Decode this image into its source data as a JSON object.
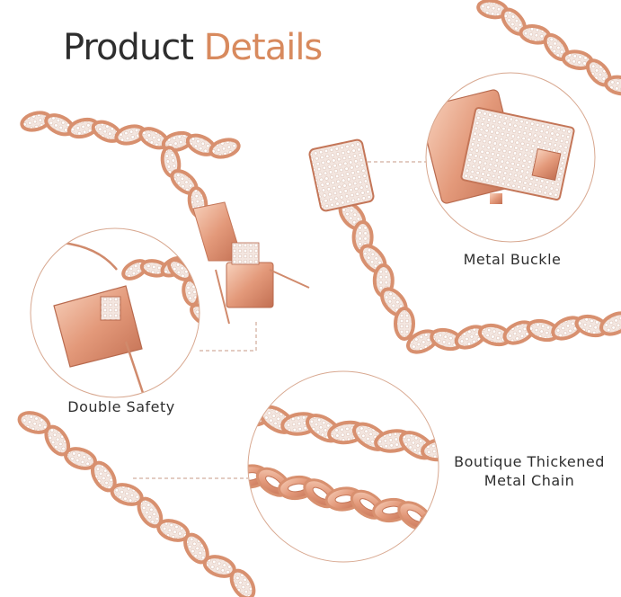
{
  "title": {
    "word1": "Product",
    "word2": "Details"
  },
  "callouts": {
    "buckle": "Metal Buckle",
    "safety": "Double Safety",
    "chain": [
      "Boutique Thickened",
      "Metal Chain"
    ]
  },
  "colors": {
    "rose_gold": "#e8a484",
    "rose_gold_dark": "#c47658",
    "rose_gold_light": "#f6cdb6",
    "accent": "#d88a5e",
    "text": "#2e2e2e",
    "circle_outline": "#d8a890"
  }
}
